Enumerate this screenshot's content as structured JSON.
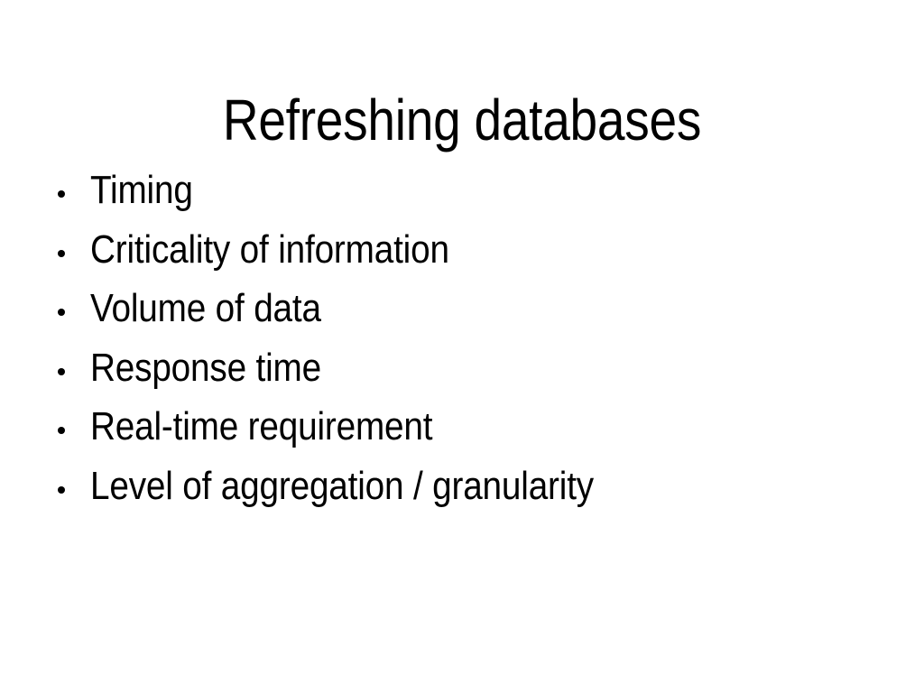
{
  "slide": {
    "title": "Refreshing databases",
    "background_color": "#ffffff",
    "text_color": "#000000",
    "bullet_marker": "bullet-dot",
    "items": [
      {
        "label": "Timing"
      },
      {
        "label": "Criticality of information"
      },
      {
        "label": "Volume of data"
      },
      {
        "label": "Response time"
      },
      {
        "label": "Real-time requirement"
      },
      {
        "label": "Level of aggregation / granularity"
      }
    ]
  }
}
